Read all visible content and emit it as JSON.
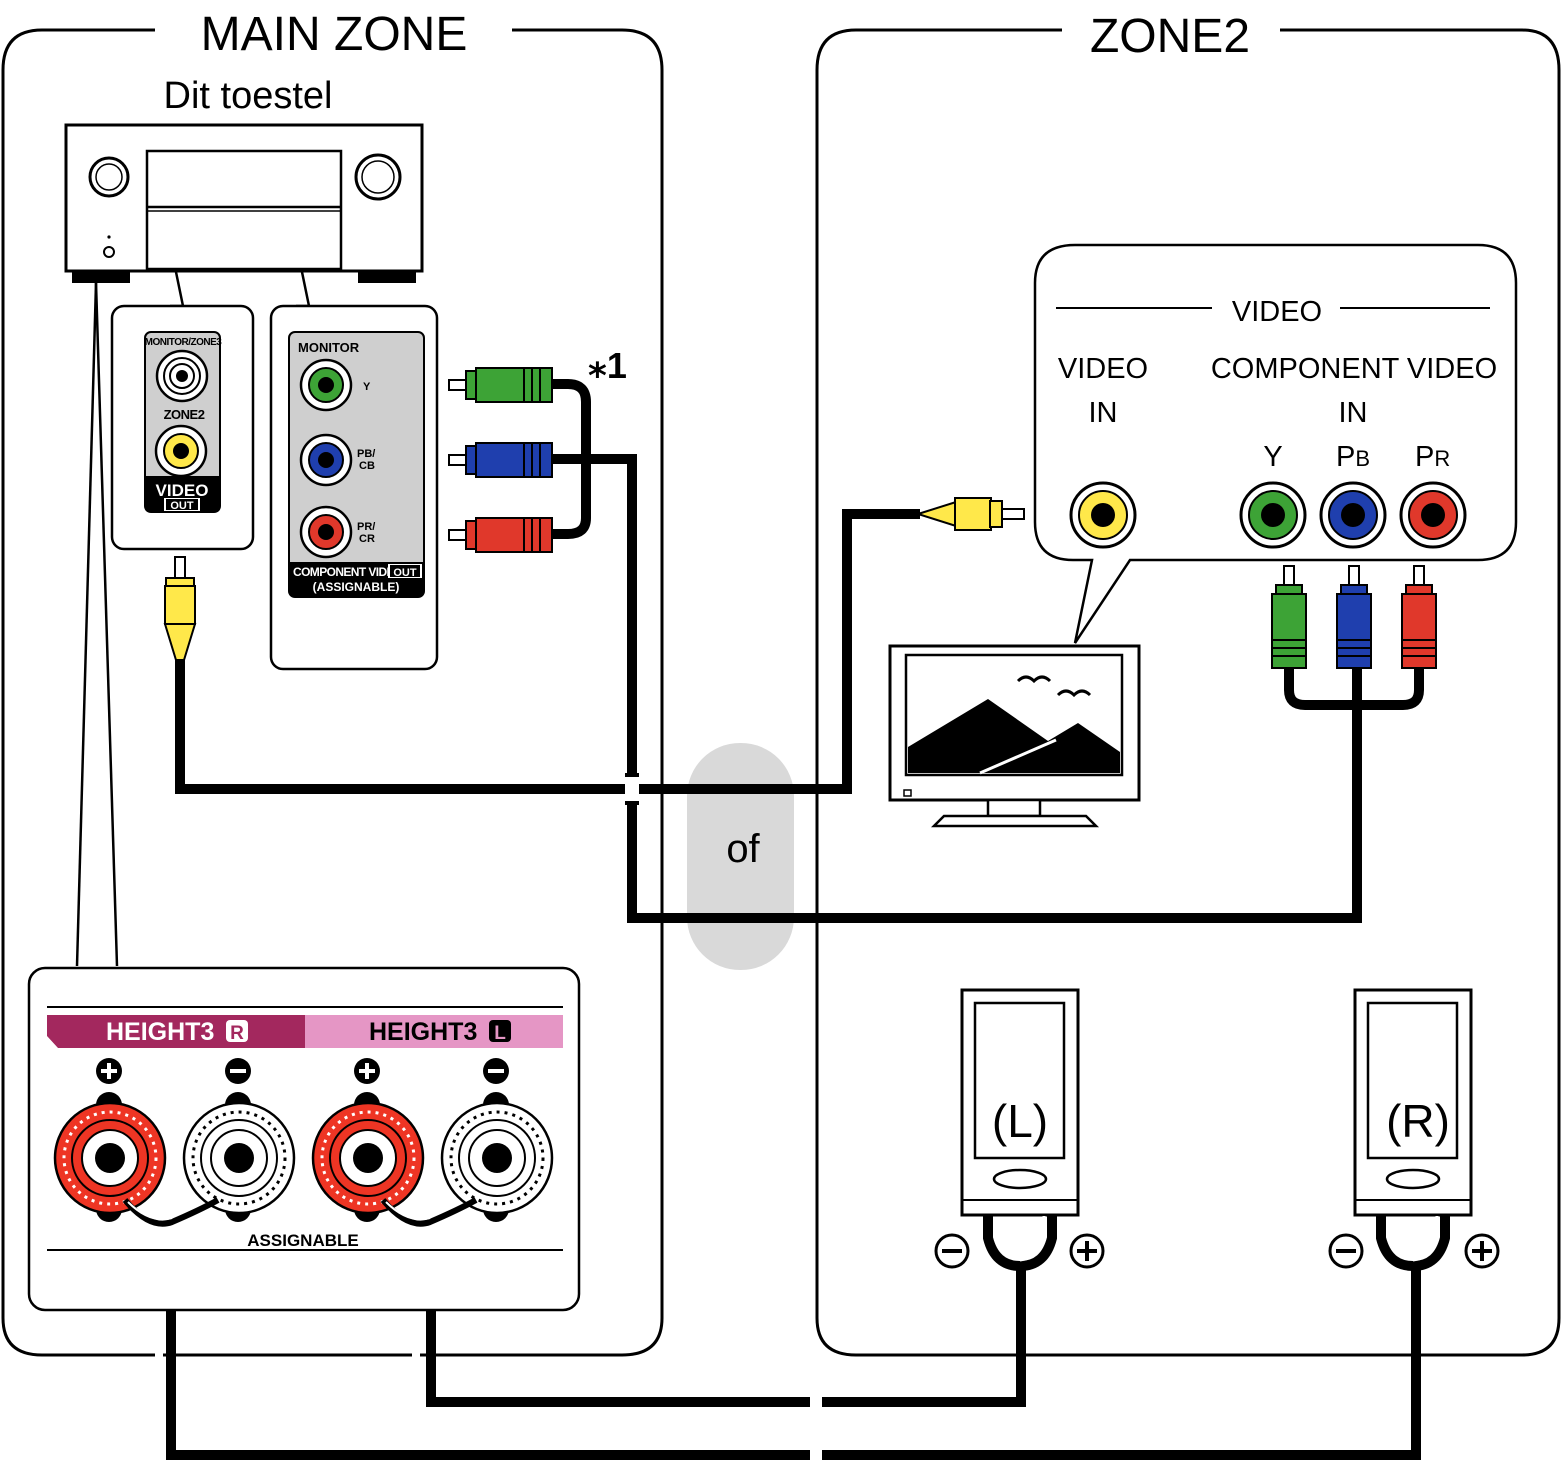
{
  "zones": {
    "main_zone": "MAIN ZONE",
    "zone2": "ZONE2"
  },
  "receiver": {
    "label": "Dit toestel"
  },
  "video_out_panel": {
    "monitor_zone3": "MONITOR/ZONE3",
    "zone2": "ZONE2",
    "video": "VIDEO",
    "out": "OUT"
  },
  "component_out_panel": {
    "monitor": "MONITOR",
    "y": "Y",
    "pb_top": "PB/",
    "pb_bottom": "CB",
    "pr_top": "PR/",
    "pr_bottom": "CR",
    "component_video": "COMPONENT VIDEO",
    "out": "OUT",
    "assignable": "(ASSIGNABLE)"
  },
  "footnote_mark": "⁎1",
  "tv_panel": {
    "header": "VIDEO",
    "video_in_line1": "VIDEO",
    "video_in_line2": "IN",
    "component_line1": "COMPONENT VIDEO",
    "component_line2": "IN",
    "y": "Y",
    "pb_main": "P",
    "pb_sub": "B",
    "pr_main": "P",
    "pr_sub": "R"
  },
  "or_label": "of",
  "speaker_terminals": {
    "height3_r": "HEIGHT3",
    "height3_r_badge": "R",
    "height3_l": "HEIGHT3",
    "height3_l_badge": "L",
    "assignable": "ASSIGNABLE"
  },
  "speakers": {
    "left": "(L)",
    "right": "(R)"
  },
  "colors": {
    "video_yellow": "#ffe84a",
    "y_green": "#3da336",
    "pb_blue": "#1f3fae",
    "pr_red": "#e0382b",
    "terminal_red": "#ee3524",
    "height3_r_bar": "#a3285e",
    "height3_l_bar": "#e596c5",
    "or_pill": "#d9d9d9",
    "panel_gray": "#cfcfcf"
  }
}
